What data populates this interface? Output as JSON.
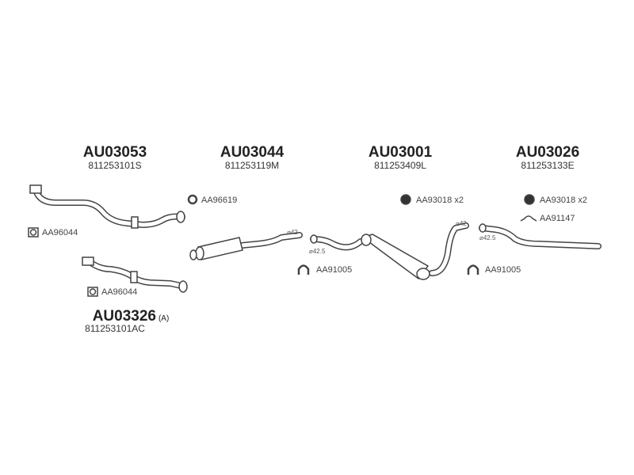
{
  "parts": [
    {
      "code": "AU03053",
      "oe": "811253101S"
    },
    {
      "code": "AU03044",
      "oe": "811253119M"
    },
    {
      "code": "AU03001",
      "oe": "811253409L"
    },
    {
      "code": "AU03026",
      "oe": "811253133E"
    },
    {
      "code": "AU03326",
      "variant": "(A)",
      "oe": "811253101AC"
    }
  ],
  "accessories": [
    {
      "label": "AA96044",
      "icon": "gasket-icon"
    },
    {
      "label": "AA96044",
      "icon": "gasket-icon"
    },
    {
      "label": "AA96619",
      "icon": "ring-icon"
    },
    {
      "label": "AA93018 x2",
      "icon": "rubber-mount-icon"
    },
    {
      "label": "AA93018 x2",
      "icon": "rubber-mount-icon"
    },
    {
      "label": "AA91147",
      "icon": "hanger-icon"
    },
    {
      "label": "AA91005",
      "icon": "clamp-icon"
    },
    {
      "label": "AA91005",
      "icon": "clamp-icon"
    }
  ],
  "diameters": [
    "⌀42",
    "⌀42.5",
    "⌀42",
    "⌀42.5"
  ]
}
